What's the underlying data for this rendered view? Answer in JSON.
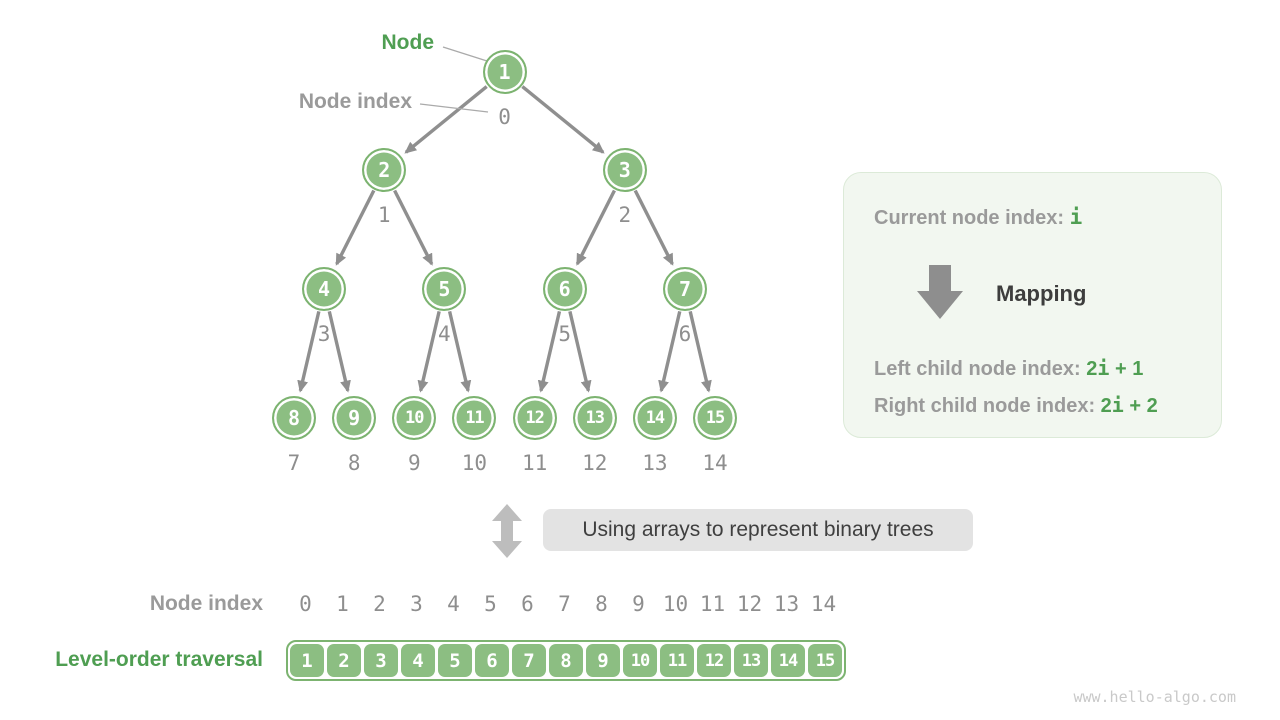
{
  "labels": {
    "node_pointer": "Node",
    "node_index_pointer": "Node index"
  },
  "tree": {
    "levels": [
      {
        "nodes": [
          {
            "value": "1",
            "index": "0"
          }
        ]
      },
      {
        "nodes": [
          {
            "value": "2",
            "index": "1"
          },
          {
            "value": "3",
            "index": "2"
          }
        ]
      },
      {
        "nodes": [
          {
            "value": "4",
            "index": "3"
          },
          {
            "value": "5",
            "index": "4"
          },
          {
            "value": "6",
            "index": "5"
          },
          {
            "value": "7",
            "index": "6"
          }
        ]
      },
      {
        "nodes": [
          {
            "value": "8",
            "index": "7"
          },
          {
            "value": "9",
            "index": "8"
          },
          {
            "value": "10",
            "index": "9"
          },
          {
            "value": "11",
            "index": "10"
          },
          {
            "value": "12",
            "index": "11"
          },
          {
            "value": "13",
            "index": "12"
          },
          {
            "value": "14",
            "index": "13"
          },
          {
            "value": "15",
            "index": "14"
          }
        ]
      }
    ]
  },
  "panel": {
    "current_label": "Current node index",
    "current_separator": ": ",
    "current_code": "i",
    "mapping_label": "Mapping",
    "left_label": "Left child node index",
    "left_separator": ": ",
    "left_formula": {
      "coef": "2",
      "var": "i",
      "rest": " + 1"
    },
    "right_label": "Right child node index",
    "right_separator": ": ",
    "right_formula": {
      "coef": "2",
      "var": "i",
      "rest": " + 2"
    }
  },
  "caption": "Using arrays to represent binary trees",
  "bottom": {
    "index_label": "Node index",
    "indices": [
      "0",
      "1",
      "2",
      "3",
      "4",
      "5",
      "6",
      "7",
      "8",
      "9",
      "10",
      "11",
      "12",
      "13",
      "14"
    ],
    "traversal_label": "Level-order traversal",
    "values": [
      "1",
      "2",
      "3",
      "4",
      "5",
      "6",
      "7",
      "8",
      "9",
      "10",
      "11",
      "12",
      "13",
      "14",
      "15"
    ]
  },
  "watermark": "www.hello-algo.com",
  "colors": {
    "node_green": "#8cbe82",
    "node_border": "#7cb370",
    "label_green": "#4f9e52",
    "gray_label": "#9a9a9a",
    "index_gray": "#8e8e8e",
    "arrow_gray": "#8f8f8f",
    "dark": "#3d3d3d",
    "panel_bg": "#f2f7f0",
    "panel_border": "#dcead8",
    "caption_bg": "#e3e3e3",
    "caption_text": "#3f3f3f",
    "watermark": "#c9c9c9"
  }
}
